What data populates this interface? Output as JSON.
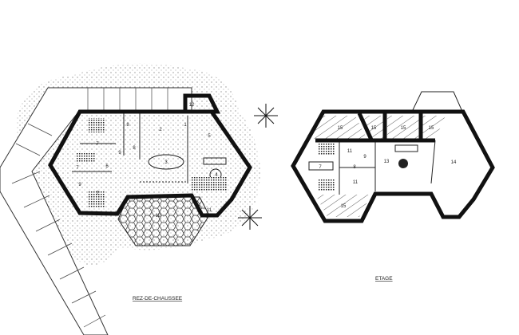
{
  "plans": {
    "ground_floor": {
      "title": "REZ-DE-CHAUSSEE",
      "rooms": [
        "1",
        "2",
        "3",
        "4",
        "5",
        "6",
        "7",
        "7",
        "7",
        "8",
        "8",
        "9",
        "9",
        "10",
        "11",
        "12"
      ]
    },
    "upper_floor": {
      "title": "ETAGE",
      "rooms": [
        "15",
        "15",
        "15",
        "15",
        "11",
        "9",
        "7",
        "8",
        "13",
        "14",
        "11",
        "15"
      ]
    }
  },
  "colors": {
    "walls": "#111111",
    "background": "#ffffff",
    "stipple": "#555555"
  }
}
